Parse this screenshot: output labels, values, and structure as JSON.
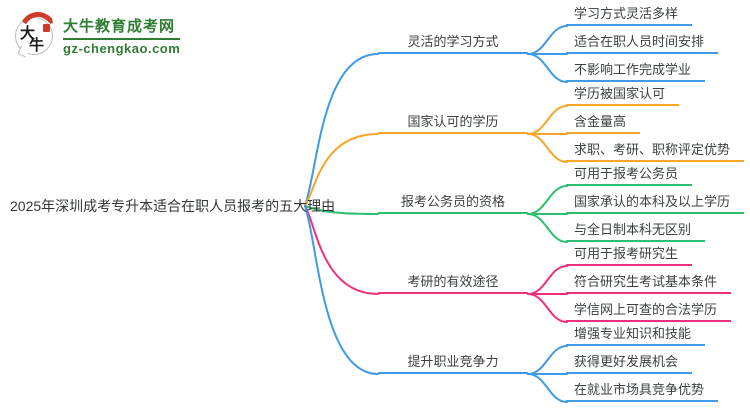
{
  "logo": {
    "badge_char_top": "大",
    "badge_char_bottom": "牛",
    "title": "大牛教育成考网",
    "domain": "gz-chengkao.com",
    "brand_green": "#2e7d33",
    "brand_red": "#d03a28"
  },
  "mindmap": {
    "root": "2025年深圳成考专升本适合在职人员报考的五大理由",
    "branches": [
      {
        "label": "灵活的学习方式",
        "color": "#3f9ae8",
        "children": [
          "学习方式灵活多样",
          "适合在职人员时间安排",
          "不影响工作完成学业"
        ]
      },
      {
        "label": "国家认可的学历",
        "color": "#f7a52b",
        "children": [
          "学历被国家认可",
          "含金量高",
          "求职、考研、职称评定优势"
        ]
      },
      {
        "label": "报考公务员的资格",
        "color": "#2fbe70",
        "children": [
          "可用于报考公务员",
          "国家承认的本科及以上学历",
          "与全日制本科无区别"
        ]
      },
      {
        "label": "考研的有效途径",
        "color": "#f1307c",
        "children": [
          "可用于报考研究生",
          "符合研究生考试基本条件",
          "学信网上可查的合法学历"
        ]
      },
      {
        "label": "提升职业竞争力",
        "color": "#3f9ae8",
        "children": [
          "增强专业知识和技能",
          "获得更好发展机会",
          "在就业市场具竞争优势"
        ]
      }
    ]
  }
}
